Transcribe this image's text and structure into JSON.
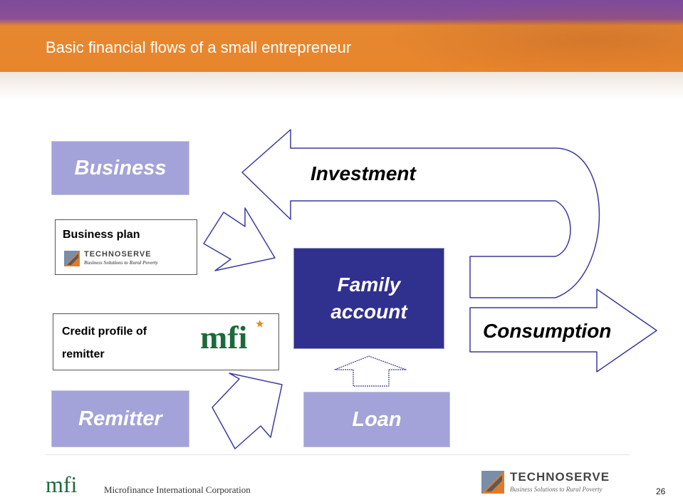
{
  "header": {
    "title": "Basic financial flows of a small entrepreneur"
  },
  "boxes": {
    "business": "Business",
    "remitter": "Remitter",
    "loan": "Loan",
    "family_line1": "Family",
    "family_line2": "account"
  },
  "cards": {
    "business_plan": "Business plan",
    "credit_line1": "Credit profile of",
    "credit_line2": "remitter"
  },
  "flows": {
    "investment": "Investment",
    "consumption": "Consumption"
  },
  "logos": {
    "technoserve": "TECHNOSERVE",
    "technoserve_tagline": "Business Solutions to Rural Poverty",
    "mfi": "mfi",
    "mfi_corp": "Microfinance International Corporation"
  },
  "footer": {
    "page_number": "26"
  },
  "colors": {
    "box_fill": "#a3a3d9",
    "family_fill": "#30308e",
    "arrow_stroke": "#3a3a9c",
    "header_orange": "#e8852c"
  }
}
